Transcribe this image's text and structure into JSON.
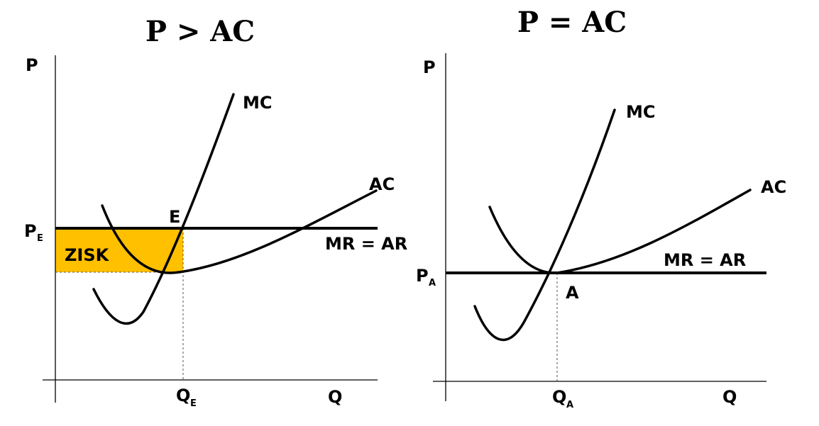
{
  "left_panel": {
    "title": "P > AC",
    "y_axis_label": "P",
    "x_axis_label": "Q",
    "price_label": "P",
    "price_subscript": "E",
    "quantity_label": "Q",
    "quantity_subscript": "E",
    "mc_label": "MC",
    "ac_label": "AC",
    "mr_label": "MR = AR",
    "point_label": "E",
    "profit_label": "ZISK",
    "profit_color": "#FFC000"
  },
  "right_panel": {
    "title": "P = AC",
    "y_axis_label": "P",
    "x_axis_label": "Q",
    "price_label": "P",
    "price_subscript": "A",
    "quantity_label": "Q",
    "quantity_subscript": "A",
    "mc_label": "MC",
    "ac_label": "AC",
    "mr_label": "MR = AR",
    "point_label": "A"
  }
}
